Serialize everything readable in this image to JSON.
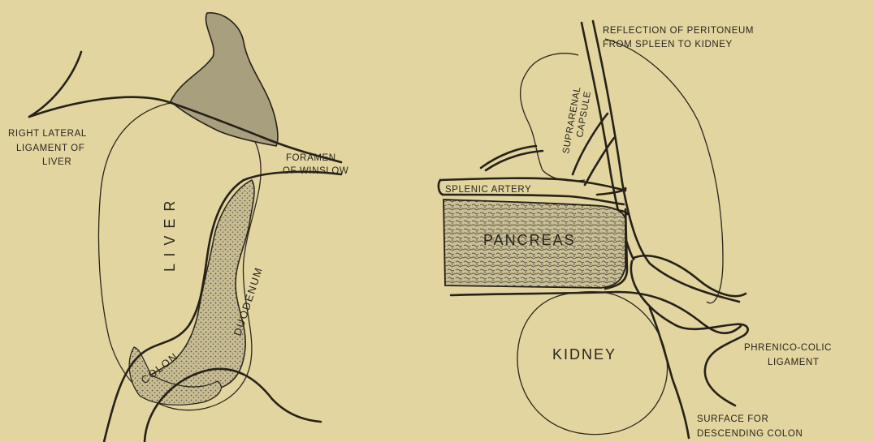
{
  "left_figure": {
    "labels": {
      "right_lateral_ligament": [
        "RIGHT LATERAL",
        "LIGAMENT OF",
        "LIVER"
      ],
      "foramen": [
        "FORAMEN",
        "OF WINSLOW"
      ],
      "liver": "L I V E R",
      "duodenum": "DUODENUM",
      "colon": "COLON"
    }
  },
  "right_figure": {
    "labels": {
      "reflection": [
        "REFLECTION OF PERITONEUM",
        "FROM SPLEEN TO KIDNEY"
      ],
      "suprarenal": [
        "SUPRARENAL",
        "CAPSULE"
      ],
      "splenic_artery": "SPLENIC  ARTERY",
      "pancreas": "PANCREAS",
      "kidney": "KIDNEY",
      "phrenico_colic": [
        "PHRENICO-COLIC",
        "LIGAMENT"
      ],
      "surface": [
        "SURFACE FOR",
        "DESCENDING COLON"
      ]
    }
  },
  "colors": {
    "paper": "#e2d5a0",
    "ink": "#262119",
    "shade": "#a89f7f"
  }
}
